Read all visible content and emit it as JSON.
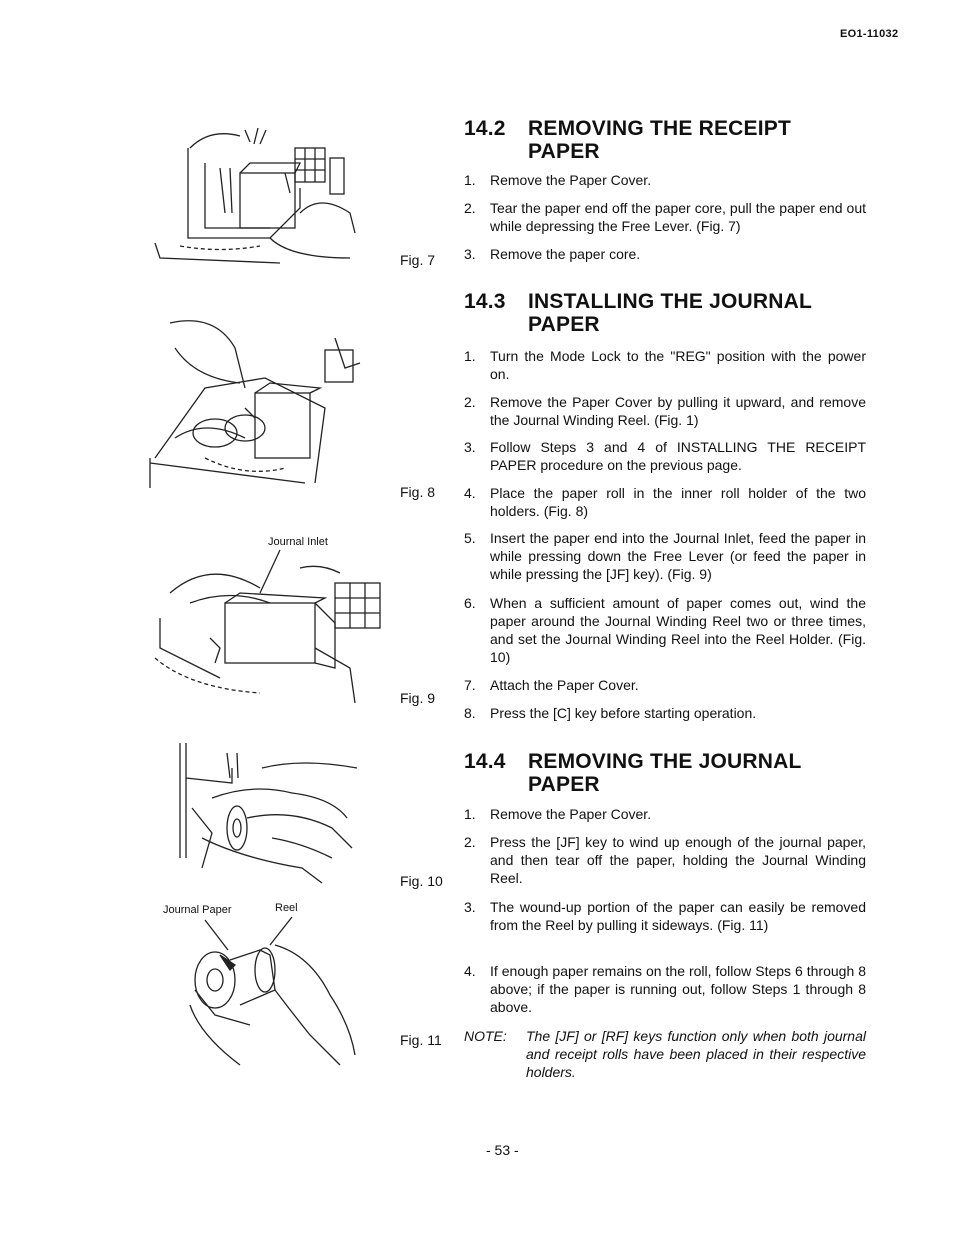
{
  "header": {
    "doc_id": "EO1-11032"
  },
  "figures": {
    "fig7": {
      "label": "Fig. 7"
    },
    "fig8": {
      "label": "Fig. 8"
    },
    "fig9": {
      "label": "Fig. 9",
      "caption": "Journal Inlet"
    },
    "fig10": {
      "label": "Fig. 10"
    },
    "fig11": {
      "label": "Fig. 11",
      "caption_left": "Journal Paper",
      "caption_right": "Reel"
    }
  },
  "sections": [
    {
      "number": "14.2",
      "title_line1": "REMOVING THE RECEIPT",
      "title_line2": "PAPER",
      "steps": [
        {
          "n": "1.",
          "text": "Remove the Paper Cover."
        },
        {
          "n": "2.",
          "text": "Tear the paper end off the paper core, pull the paper end out while depressing the Free Lever.   (Fig. 7)"
        },
        {
          "n": "3.",
          "text": "Remove the paper core."
        }
      ]
    },
    {
      "number": "14.3",
      "title_line1": "INSTALLING THE JOURNAL",
      "title_line2": "PAPER",
      "steps": [
        {
          "n": "1.",
          "text": "Turn the Mode Lock to the \"REG\" position with the power on."
        },
        {
          "n": "2.",
          "text": "Remove the Paper Cover by pulling it upward, and remove the Journal Winding Reel.   (Fig. 1)"
        },
        {
          "n": "3.",
          "text": "Follow Steps 3 and 4 of INSTALLING THE RECEIPT PAPER procedure on the previous page."
        },
        {
          "n": "4.",
          "text": "Place the paper roll in the inner roll holder of the two holders.   (Fig. 8)"
        },
        {
          "n": "5.",
          "text": "Insert the paper end into the Journal Inlet, feed the paper in while pressing down the Free Lever (or feed the paper in while pressing the [JF] key).   (Fig. 9)"
        },
        {
          "n": "6.",
          "text": "When a sufficient amount of paper comes out, wind the paper around the Journal Winding Reel two or three times, and set the Journal Winding Reel into the Reel Holder.   (Fig. 10)"
        },
        {
          "n": "7.",
          "text": "Attach the Paper Cover."
        },
        {
          "n": "8.",
          "text": "Press the [C] key before starting operation."
        }
      ]
    },
    {
      "number": "14.4",
      "title_line1": "REMOVING THE JOURNAL",
      "title_line2": "PAPER",
      "steps": [
        {
          "n": "1.",
          "text": "Remove the Paper Cover."
        },
        {
          "n": "2.",
          "text": "Press the [JF] key to wind up enough of the journal paper, and then tear off the paper, holding the Journal Winding Reel."
        },
        {
          "n": "3.",
          "text": "The wound-up portion of the paper can easily be removed from the Reel by pulling it sideways.   (Fig. 11)"
        },
        {
          "n": "4.",
          "text": "If enough paper remains on the roll, follow Steps 6 through 8 above; if the paper is running out, follow Steps 1 through 8 above."
        }
      ],
      "note": {
        "label": "NOTE:",
        "text": "The [JF] or [RF] keys function only when both journal and receipt rolls have been placed in their respective holders."
      }
    }
  ],
  "footer": {
    "page_number": "- 53 -"
  }
}
